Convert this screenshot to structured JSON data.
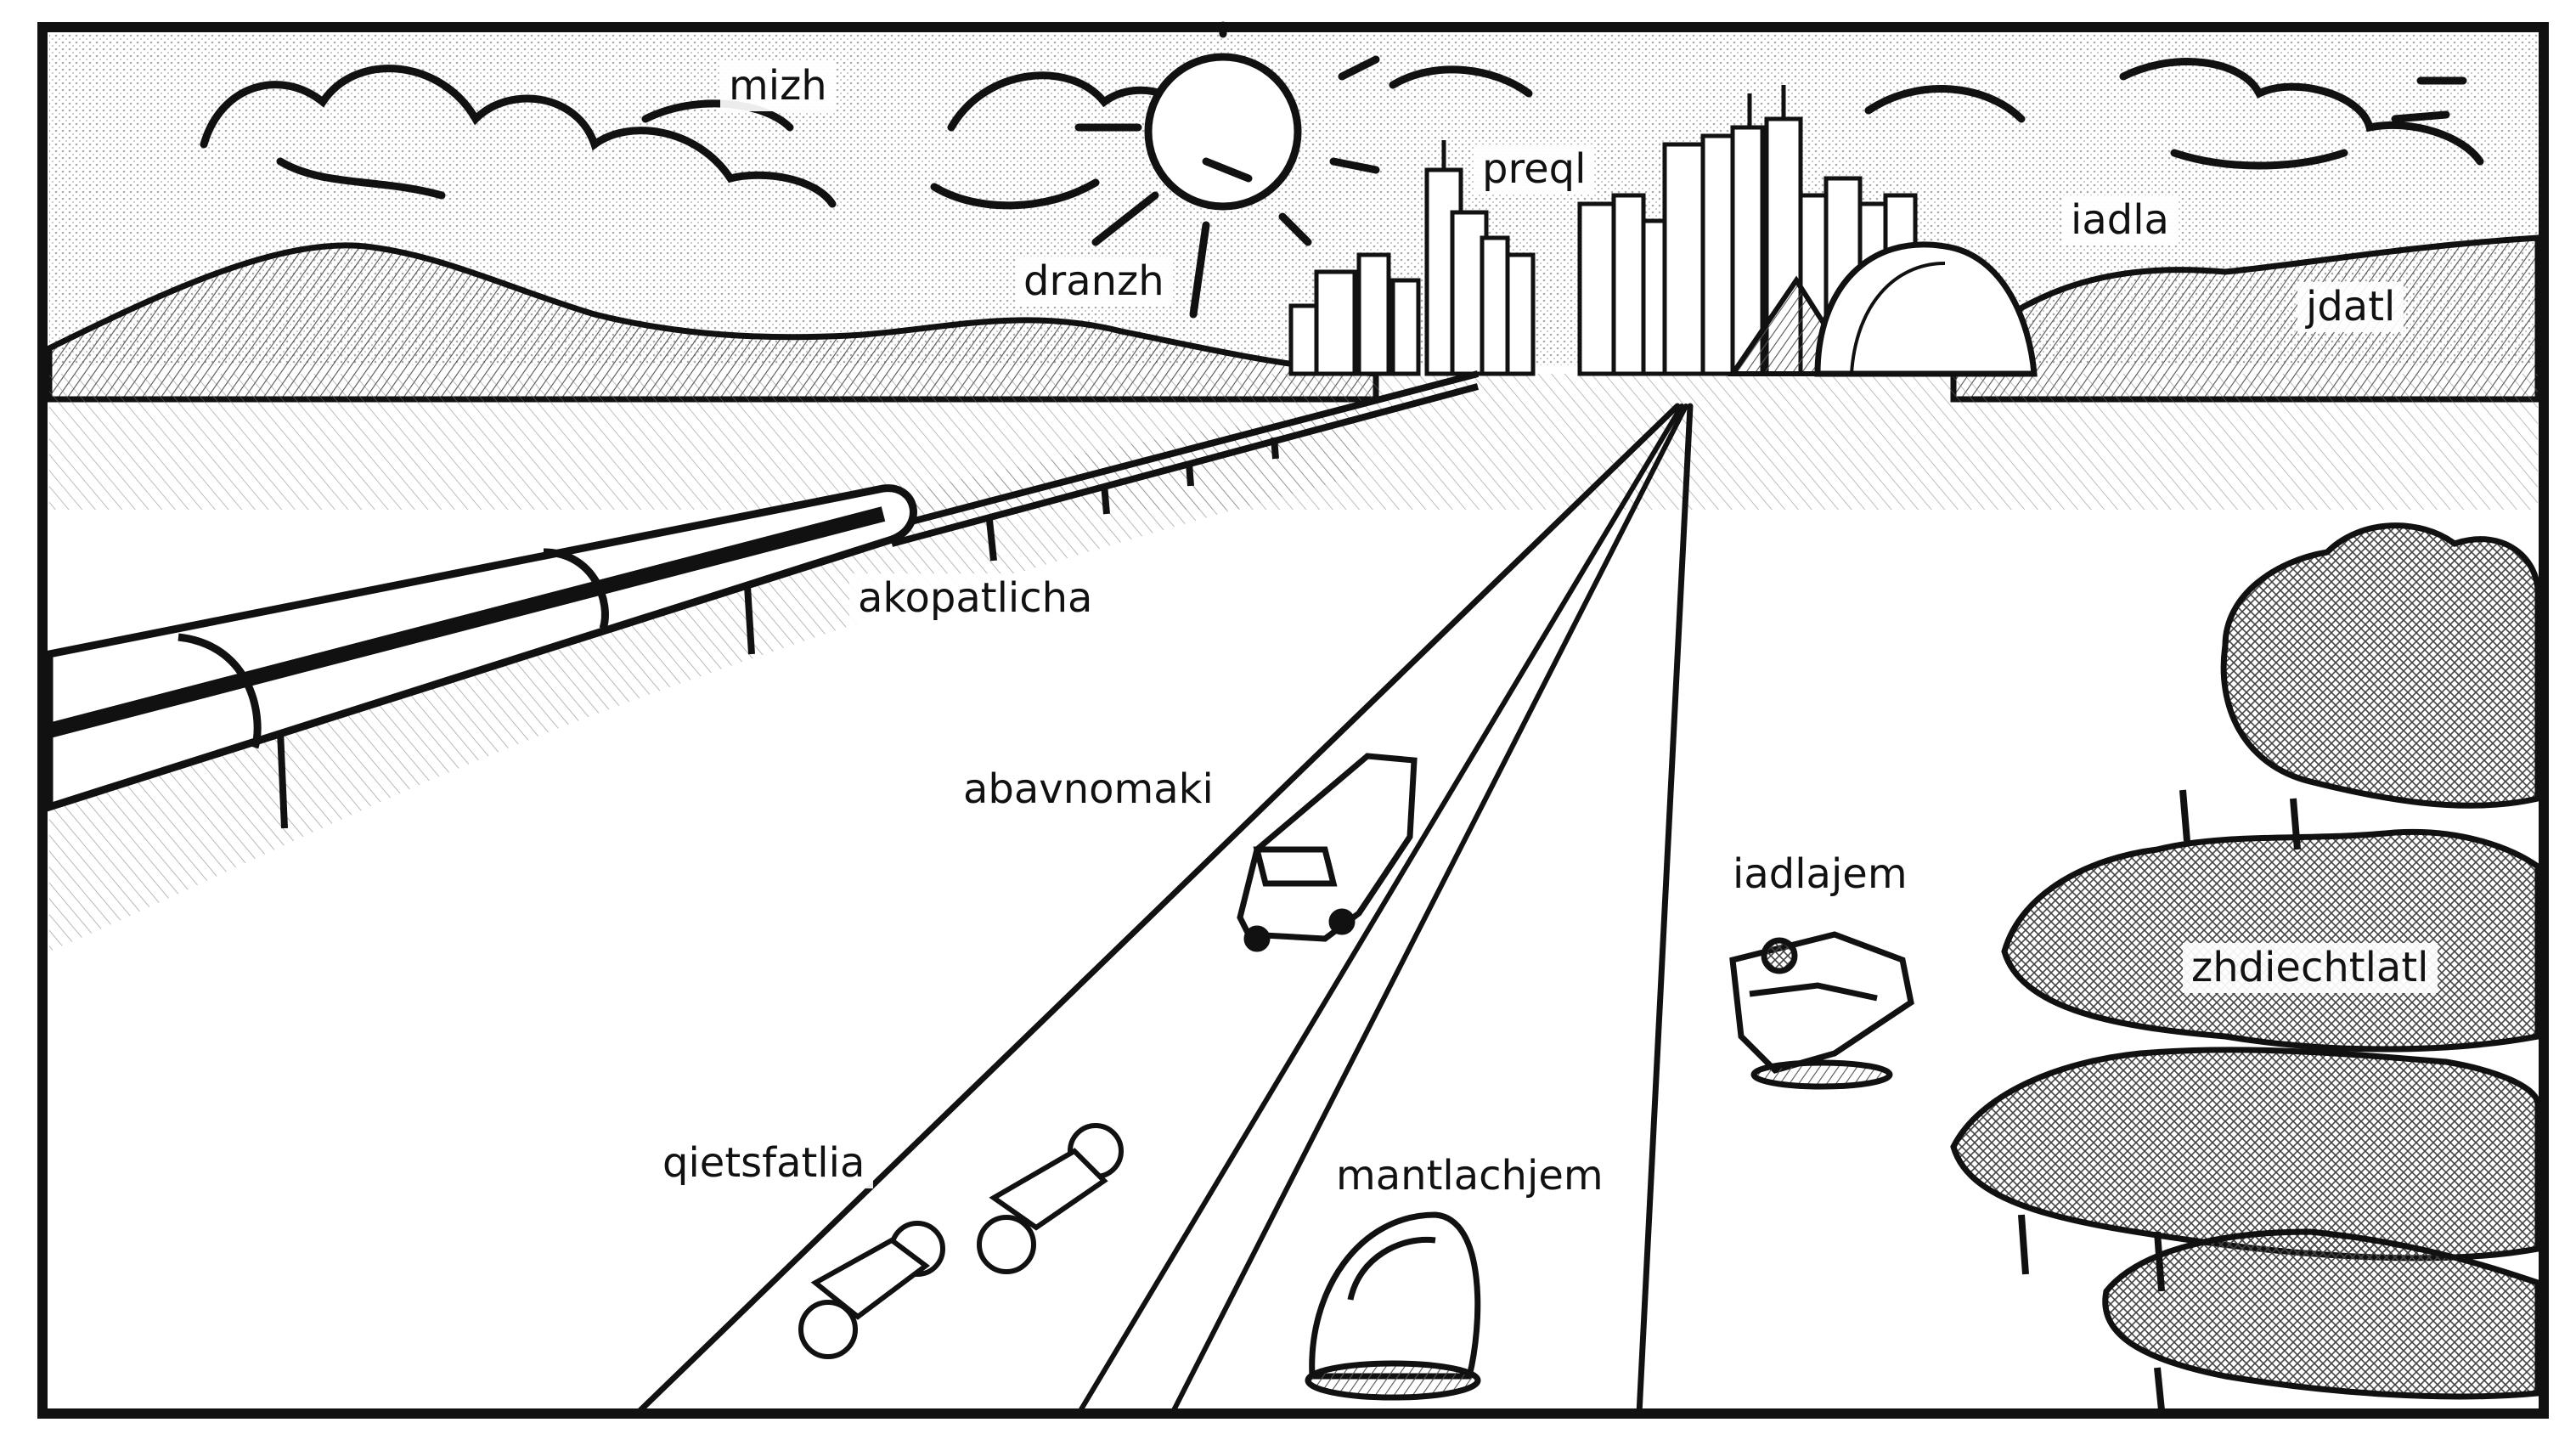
{
  "labels": {
    "sky": "mizh",
    "sun": "dranzh",
    "city": "preql",
    "hill": "iadla",
    "dome_hill": "jdatl",
    "train": "akopatlicha",
    "van": "abavnomaki",
    "hover_car": "iadlajem",
    "forest": "zhdiechtlatl",
    "motorcycles": "qietsfatlia",
    "beetle_car": "mantlachjem"
  },
  "colors": {
    "ink": "#111111",
    "paper": "#ffffff",
    "hatch": "#6a6a6a"
  }
}
